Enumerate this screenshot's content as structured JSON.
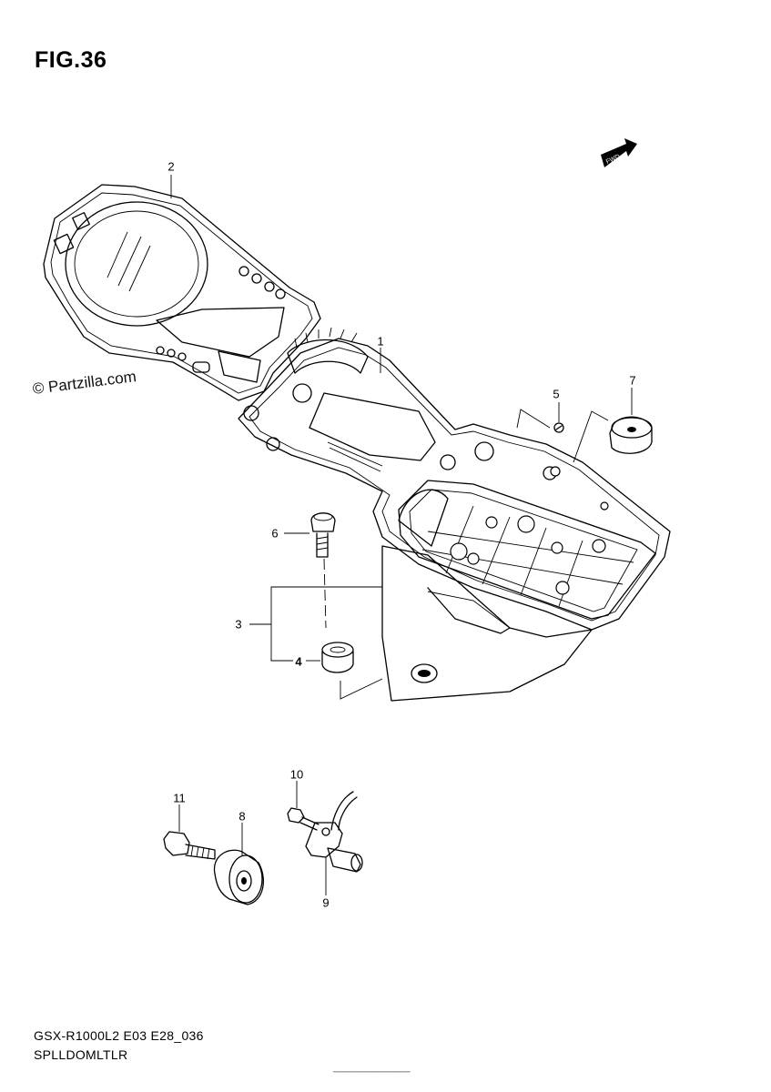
{
  "figure": {
    "title": "FIG.36",
    "watermark": "© Partzilla.com",
    "fwd_label": "FWD"
  },
  "callouts": [
    "1",
    "2",
    "3",
    "4",
    "5",
    "6",
    "7",
    "8",
    "9",
    "10",
    "11"
  ],
  "footer": {
    "model_code": "GSX-R1000L2 E03 E28_036",
    "section_name": "SPLLDOMLTLR"
  }
}
